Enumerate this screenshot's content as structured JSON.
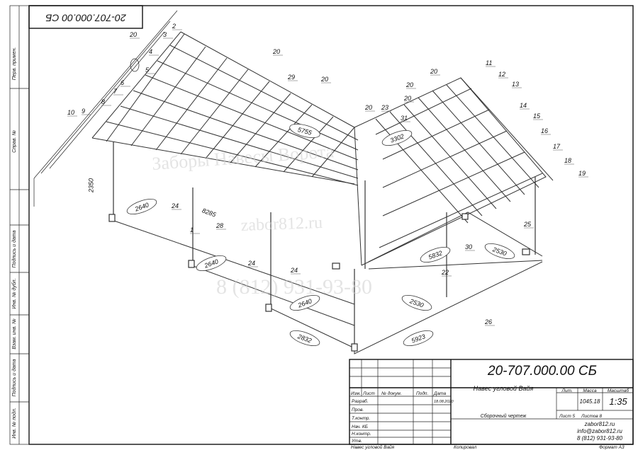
{
  "stamp_top": "20-707.000.00 СБ",
  "left_strip": {
    "perv_primen": "Перв. примен.",
    "sprav_no": "Справ. №",
    "podp_data_1": "Подпись и дата",
    "inv_dubl": "Инв. № дубл.",
    "vzam_inv": "Взам. инв. №",
    "podp_data_2": "Подпись и дата",
    "inv_podl": "Инв. № подл."
  },
  "watermarks": {
    "w1": "Заборы Навесы Ворота",
    "w2": "zabor812.ru",
    "w3": "8 (812) 931-93-80"
  },
  "dimensions": [
    "2350",
    "5755",
    "3302",
    "2640",
    "8285",
    "2640",
    "2640",
    "2832",
    "5923",
    "2530",
    "2530",
    "5832"
  ],
  "part_numbers": [
    "20",
    "3",
    "2",
    "20",
    "4",
    "5",
    "6",
    "7",
    "8",
    "9",
    "10",
    "20",
    "29",
    "20",
    "20",
    "23",
    "20",
    "31",
    "20",
    "11",
    "12",
    "13",
    "14",
    "15",
    "16",
    "17",
    "18",
    "19",
    "24",
    "28",
    "1",
    "24",
    "24",
    "25",
    "30",
    "22",
    "26"
  ],
  "title_block": {
    "doc_number": "20-707.000.00 СБ",
    "product_name": "Навес угловой Вайя",
    "doc_type": "Сборочный чертеж",
    "col_izm": "Изм.",
    "col_list": "Лист",
    "col_doc": "№ докум.",
    "col_podp": "Подп.",
    "col_data": "Дата",
    "row_razrab": "Разраб.",
    "row_prov": "Пров.",
    "row_tkontr": "Т.контр.",
    "row_nach": "Нач. КБ",
    "row_nkontr": "Н.контр.",
    "row_utv": "Утв.",
    "date_value": "18.08.2020",
    "lit_label": "Лит.",
    "massa_label": "Масса",
    "scale_label": "Масштаб",
    "massa_value": "1045.18",
    "scale_value": "1:35",
    "sheet_label": "Лист 5",
    "sheets_label": "Листов 8",
    "site": "zabor812.ru",
    "email": "info@zabor812.ru",
    "phone": "8 (812) 931-93-80",
    "bottom_name": "Навес угловой Вайя",
    "kopiroval": "Копировал",
    "format": "Формат А3"
  },
  "colors": {
    "line": "#333333",
    "watermark": "#cfcfcf",
    "paper": "#ffffff"
  }
}
